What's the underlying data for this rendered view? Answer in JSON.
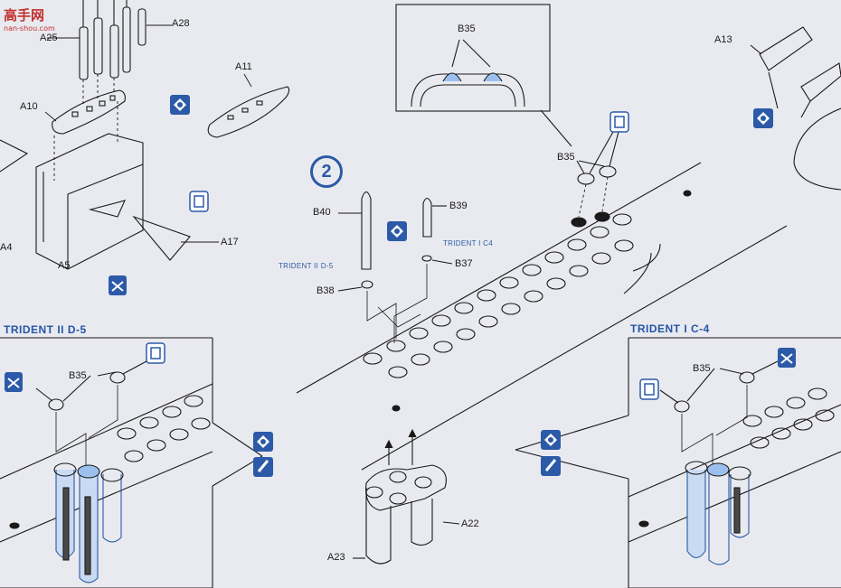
{
  "watermark": {
    "title": "高手网",
    "url": "nan-shou.com"
  },
  "step": {
    "number": "2"
  },
  "parts": {
    "a28": "A28",
    "a25": "A25",
    "a10": "A10",
    "a11": "A11",
    "a4": "A4",
    "a5": "A5",
    "a17": "A17",
    "a13": "A13",
    "b35_top": "B35",
    "b35_mid": "B35",
    "b40": "B40",
    "b39": "B39",
    "b37": "B37",
    "b38": "B38",
    "b35_left": "B35",
    "b35_right": "B35",
    "a22": "A22",
    "a23": "A23"
  },
  "missile_labels": {
    "trident_i_c4": "TRIDENT I C4",
    "trident_ii_d5": "TRIDENT II D-5"
  },
  "detail_headings": {
    "left": "TRIDENT II D-5",
    "right": "TRIDENT I C-4"
  },
  "icons": [
    "glue-icon",
    "cement-icon",
    "cut-icon",
    "paint-icon"
  ],
  "colors": {
    "ink": "#1a1a1a",
    "accent_blue": "#2c5aa8",
    "paper": "#e9eaef",
    "highlight": "#9cc0ee"
  }
}
